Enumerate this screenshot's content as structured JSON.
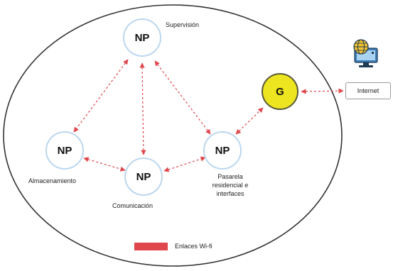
{
  "nodes": {
    "supervision": {
      "label": "NP",
      "caption": "Supervisión"
    },
    "almacenamiento": {
      "label": "NP",
      "caption": "Almacenamiento"
    },
    "comunicacion": {
      "label": "NP",
      "caption": "Comunicación"
    },
    "pasarela": {
      "label": "NP",
      "caption": "Pasarela residencial e interfaces"
    },
    "gateway": {
      "label": "G"
    }
  },
  "internet": {
    "label": "Internet",
    "icon": "globe-computer-icon"
  },
  "legend": {
    "label": "Enlaces Wi-fi",
    "color": "#e0474c"
  },
  "colors": {
    "link": "#e0474c",
    "node_border": "#bcd7ef",
    "gateway_fill": "#ede51f",
    "boundary": "#333333"
  }
}
